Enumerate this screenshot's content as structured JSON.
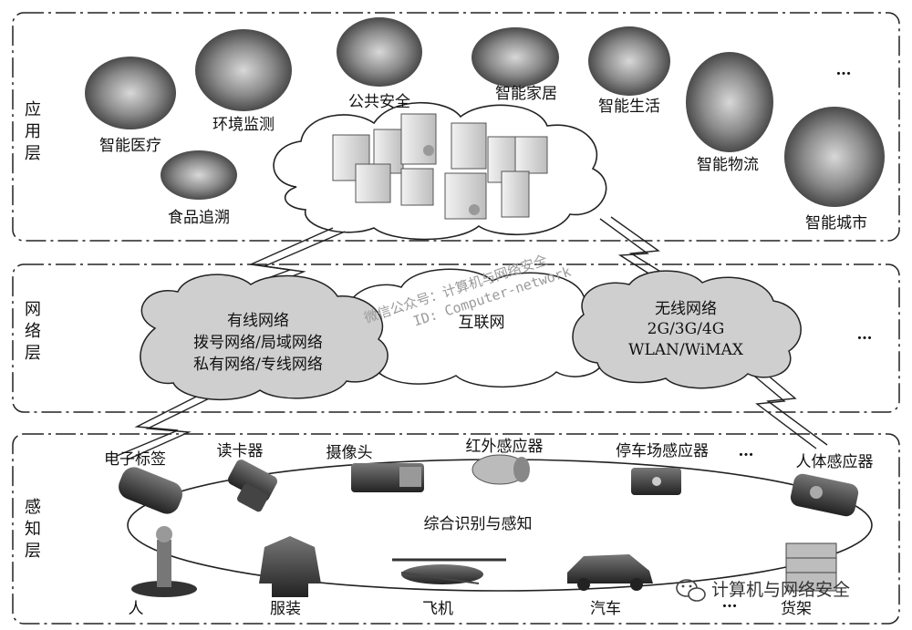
{
  "layers": {
    "application": {
      "name_lines": [
        "应",
        "用",
        "层"
      ]
    },
    "network": {
      "name_lines": [
        "网",
        "络",
        "层"
      ]
    },
    "perception": {
      "name_lines": [
        "感",
        "知",
        "层"
      ]
    }
  },
  "application_items": [
    {
      "label": "智能医疗",
      "icon": "medical-photo"
    },
    {
      "label": "环境监测",
      "icon": "environment-photo"
    },
    {
      "label": "食品追溯",
      "icon": "food-photo"
    },
    {
      "label": "公共安全",
      "icon": "security-photo"
    },
    {
      "label": "智能家居",
      "icon": "home-photo"
    },
    {
      "label": "智能生活",
      "icon": "life-photo"
    },
    {
      "label": "智能物流",
      "icon": "logistics-photo"
    },
    {
      "label": "智能城市",
      "icon": "city-photo"
    }
  ],
  "application_more": "…",
  "network_clouds": {
    "wired": [
      "有线网络",
      "拨号网络/局域网络",
      "私有网络/专线网络"
    ],
    "internet": "互联网",
    "wireless": [
      "无线网络",
      "2G/3G/4G",
      "WLAN/WiMAX"
    ]
  },
  "network_more": "…",
  "perception_center": "综合识别与感知",
  "perception_top": [
    {
      "label": "电子标签",
      "icon": "rfid-tag-photo"
    },
    {
      "label": "读卡器",
      "icon": "card-reader-photo"
    },
    {
      "label": "摄像头",
      "icon": "camera-photo"
    },
    {
      "label": "红外感应器",
      "icon": "infrared-sensor-photo"
    },
    {
      "label": "停车场感应器",
      "icon": "parking-sensor-photo"
    },
    {
      "label": "人体感应器",
      "icon": "body-sensor-photo"
    }
  ],
  "perception_bottom": [
    {
      "label": "人",
      "icon": "person-photo"
    },
    {
      "label": "服装",
      "icon": "clothing-photo"
    },
    {
      "label": "飞机",
      "icon": "aircraft-photo"
    },
    {
      "label": "汽车",
      "icon": "car-photo"
    },
    {
      "label": "货架",
      "icon": "shelf-photo"
    }
  ],
  "perception_more_top": "…",
  "perception_more_bottom": "…",
  "watermark": {
    "line1": "微信公众号：计算机与网络安全",
    "line2": "ID: Computer-network"
  },
  "footer_brand": "计算机与网络安全"
}
